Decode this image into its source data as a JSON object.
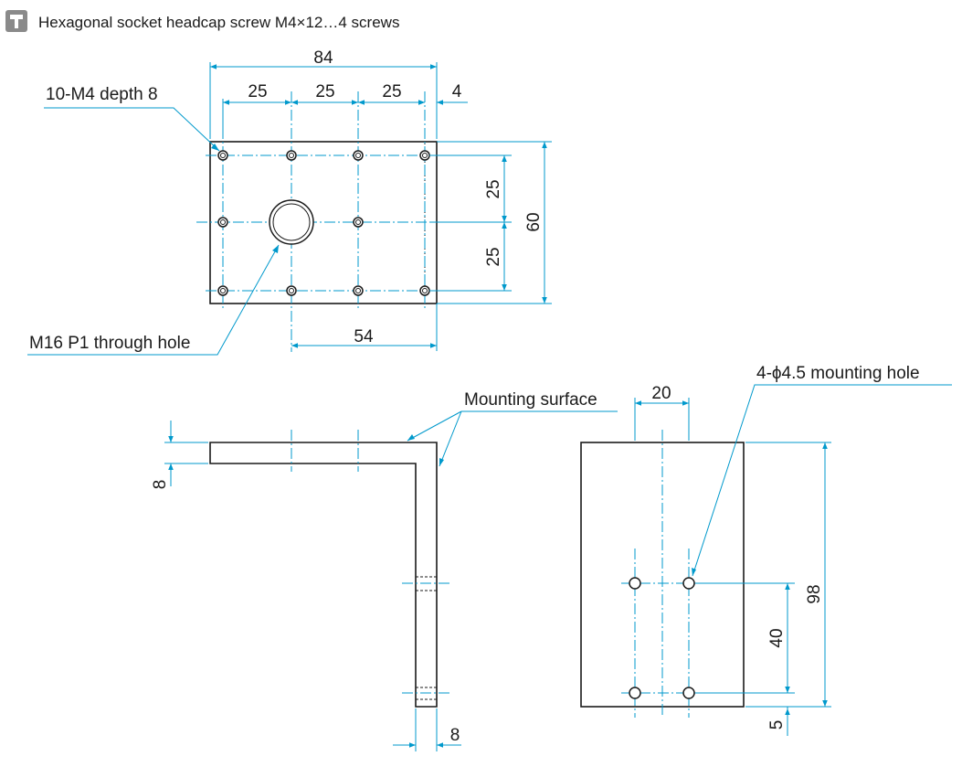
{
  "header": {
    "icon": "screw-icon",
    "text": "Hexagonal socket headcap screw M4×12…4 screws"
  },
  "labels": {
    "tapped_holes": "10-M4 depth 8",
    "through_hole": "M16 P1 through hole",
    "mounting_surface": "Mounting surface",
    "mounting_hole": "4-ϕ4.5 mounting hole"
  },
  "top_view": {
    "overall_width": "84",
    "pitch_1": "25",
    "pitch_2": "25",
    "pitch_3": "25",
    "edge_offset": "4",
    "height_pitch_upper": "25",
    "height_pitch_lower": "25",
    "overall_height": "60",
    "bottom_span": "54"
  },
  "side_view": {
    "flange_thickness": "8",
    "leg_thickness": "8"
  },
  "front_view": {
    "hole_spacing": "20",
    "overall_height": "98",
    "hole_pitch": "40",
    "bottom_offset": "5"
  },
  "colors": {
    "dimension": "#0099cc",
    "outline": "#1a1a1a",
    "icon_bg": "#8a8a8a"
  }
}
